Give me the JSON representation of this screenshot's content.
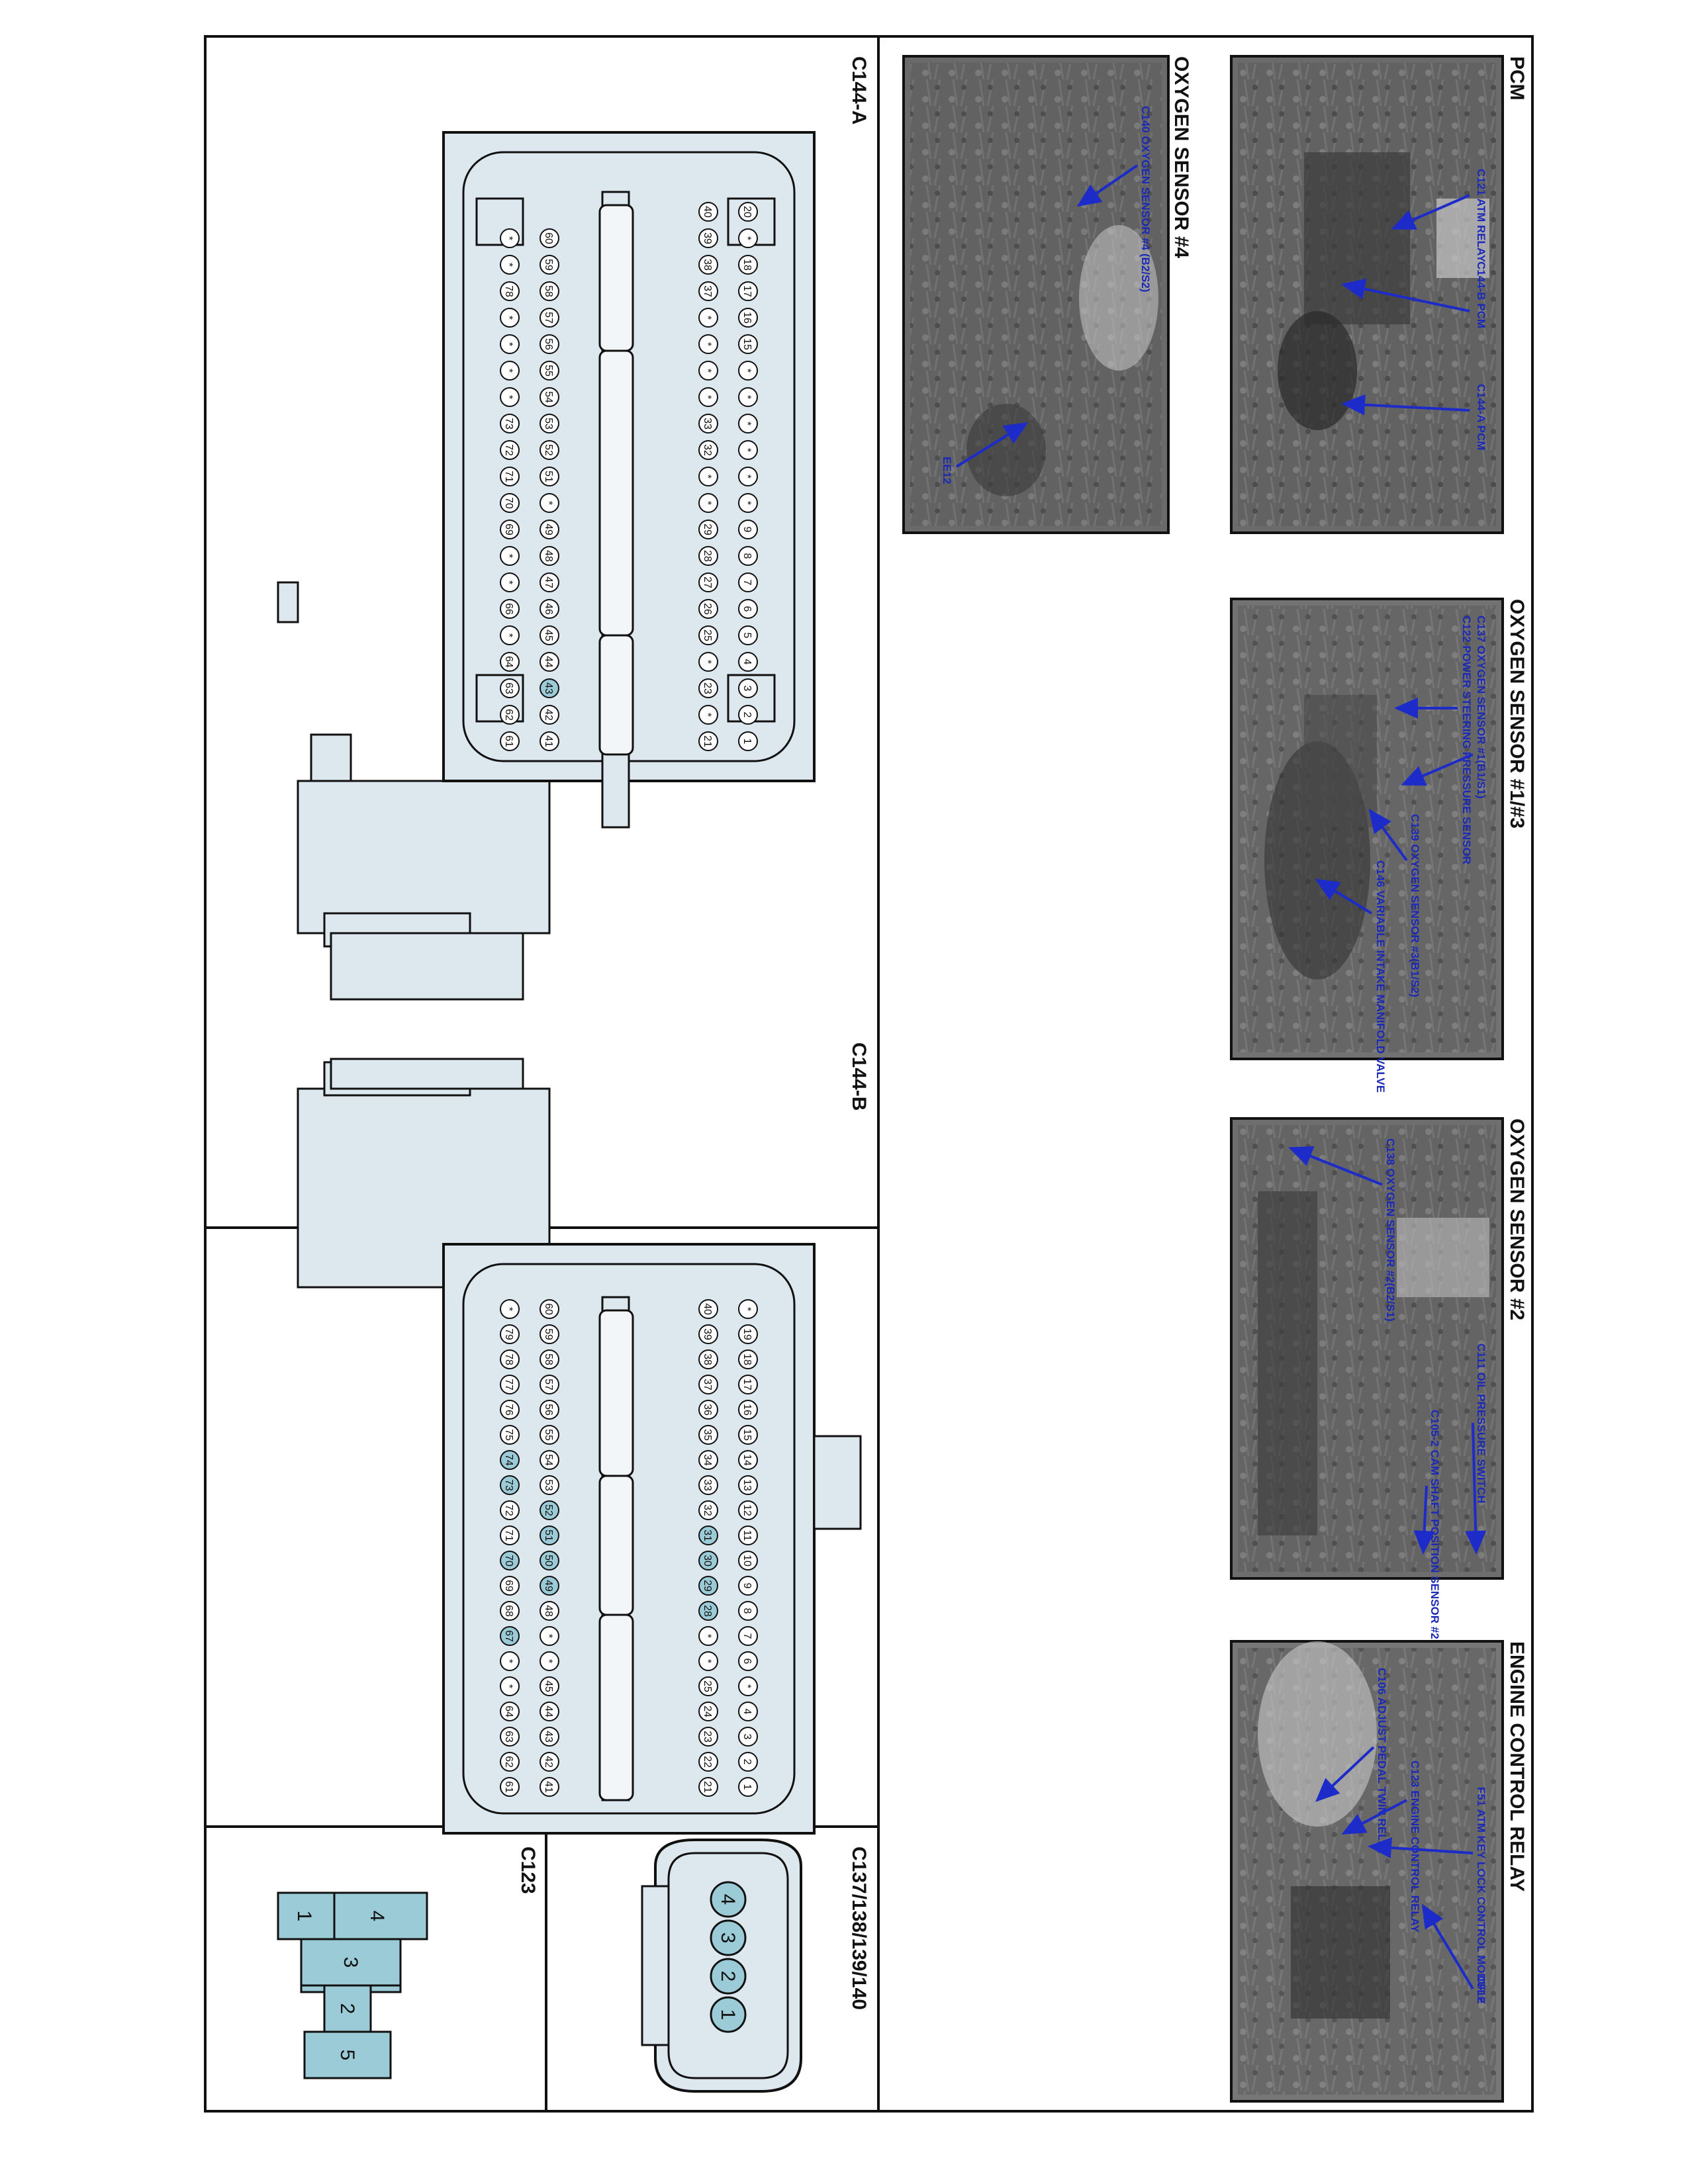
{
  "colors": {
    "connector_fill": "#dce8ee",
    "pin_highlight": "#9ccbd8",
    "callout_text": "#1b28b8",
    "arrow": "#1d2bc8",
    "frame": "#111111"
  },
  "connectors": {
    "c144a": {
      "title": "C144-A",
      "rows": [
        [
          "20",
          "*",
          "18",
          "17",
          "16",
          "15",
          "*",
          "*",
          "*",
          "*",
          "*",
          "*",
          "9",
          "8",
          "7",
          "6",
          "5",
          "4",
          "3",
          "2",
          "1"
        ],
        [
          "40",
          "39",
          "38",
          "37",
          "*",
          "*",
          "*",
          "*",
          "33",
          "32",
          "*",
          "*",
          "29",
          "28",
          "27",
          "26",
          "25",
          "*",
          "23",
          "*",
          "21"
        ],
        [
          "60",
          "59",
          "58",
          "57",
          "56",
          "55",
          "54",
          "53",
          "52",
          "51",
          "*",
          "49",
          "48",
          "47",
          "46",
          "45",
          "44",
          "43",
          "42",
          "41"
        ],
        [
          "*",
          "*",
          "78",
          "*",
          "*",
          "*",
          "*",
          "73",
          "72",
          "71",
          "70",
          "69",
          "*",
          "*",
          "66",
          "*",
          "64",
          "63",
          "62",
          "61"
        ]
      ],
      "highlighted": [
        "43"
      ]
    },
    "c144b": {
      "title": "C144-B",
      "rows": [
        [
          "*",
          "19",
          "18",
          "17",
          "16",
          "15",
          "14",
          "13",
          "12",
          "11",
          "10",
          "9",
          "8",
          "7",
          "6",
          "*",
          "4",
          "3",
          "2",
          "1"
        ],
        [
          "40",
          "39",
          "38",
          "37",
          "36",
          "35",
          "34",
          "33",
          "32",
          "31",
          "30",
          "29",
          "28",
          "*",
          "*",
          "25",
          "24",
          "23",
          "22",
          "21"
        ],
        [
          "60",
          "59",
          "58",
          "57",
          "56",
          "55",
          "54",
          "53",
          "52",
          "51",
          "50",
          "49",
          "48",
          "*",
          "*",
          "45",
          "44",
          "43",
          "42",
          "41"
        ],
        [
          "*",
          "79",
          "78",
          "77",
          "76",
          "75",
          "74",
          "73",
          "72",
          "71",
          "70",
          "69",
          "68",
          "67",
          "*",
          "*",
          "64",
          "63",
          "62",
          "61"
        ]
      ],
      "highlighted": [
        "31",
        "30",
        "29",
        "28",
        "52",
        "51",
        "50",
        "49",
        "74",
        "73",
        "70",
        "67"
      ]
    },
    "c137": {
      "title": "C137/138/139/140",
      "pins": [
        "4",
        "3",
        "2",
        "1"
      ]
    },
    "c123": {
      "title": "C123",
      "pins": [
        "4",
        "1",
        "3",
        "5",
        "2"
      ]
    }
  },
  "photos": {
    "pcm": {
      "title": "PCM",
      "callouts": [
        "C121 ATM RELAY",
        "C144-B PCM",
        "C144-A PCM"
      ]
    },
    "o2_13": {
      "title": "OXYGEN SENSOR #1/#3",
      "callouts": [
        "C137 OXYGEN SENSOR #1(B1/S1)",
        "C122 POWER STEERING PRESSURE SENSOR",
        "C139 OXYGEN SENSOR #3(B1/S2)",
        "C146 VARIABLE INTAKE MANIFOLD VALVE"
      ]
    },
    "o2_2": {
      "title": "OXYGEN SENSOR #2",
      "callouts": [
        "C138 OXYGEN SENSOR #2(B2/S1)",
        "C111 OIL PRESSURE SWITCH",
        "C105-2 CAM SHAFT POSITION SENSOR #2"
      ]
    },
    "ecr": {
      "title": "ENGINE CONTROL RELAY",
      "callouts": [
        "F51 ATM KEY LOCK CONTROL MODULE",
        "C123 ENGINE CONTROL RELAY",
        "C106 ADJUST PEDAL TWIN RELAY",
        "CF12"
      ]
    },
    "o2_4": {
      "title": "OXYGEN SENSOR #4",
      "callouts": [
        "C140 OXYGEN SENSOR #4 (B2/S2)",
        "EE12"
      ]
    }
  }
}
